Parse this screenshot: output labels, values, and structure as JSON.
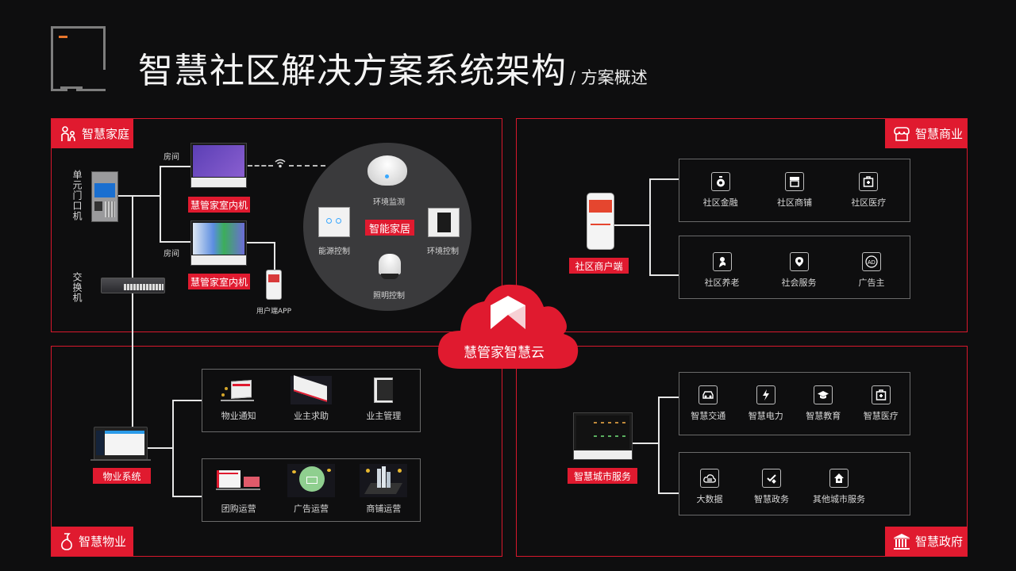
{
  "header": {
    "title": "智慧社区解决方案系统架构",
    "subtitle": "/ 方案概述"
  },
  "colors": {
    "accent_red": "#e01a2f",
    "background": "#0e0e0f",
    "logo_orange": "#e8762c"
  },
  "smart_home": {
    "tag": "智慧家庭",
    "tag_icon": "family-icon",
    "unit_door_label": "单元门口机",
    "switch_label": "交换机",
    "room_label_1": "房间",
    "room_label_2": "房间",
    "indoor_unit_label_1": "慧管家室内机",
    "indoor_unit_label_2": "慧管家室内机",
    "user_app_label": "用户端APP",
    "smart_home_center": "智能家居",
    "devices": {
      "env_monitor": "环境监测",
      "energy_control": "能源控制",
      "env_control": "环境控制",
      "light_control": "照明控制"
    }
  },
  "smart_business": {
    "tag": "智慧商业",
    "tag_icon": "store-icon",
    "merchant_label": "社区商户端",
    "row1": [
      {
        "label": "社区金融",
        "icon": "money-bag-icon"
      },
      {
        "label": "社区商铺",
        "icon": "shop-icon"
      },
      {
        "label": "社区医疗",
        "icon": "medical-kit-icon"
      }
    ],
    "row2": [
      {
        "label": "社区养老",
        "icon": "elderly-icon"
      },
      {
        "label": "社会服务",
        "icon": "location-pin-icon"
      },
      {
        "label": "广告主",
        "icon": "ad-icon"
      }
    ]
  },
  "cloud": {
    "label": "慧管家智慧云"
  },
  "smart_property": {
    "tag": "智慧物业",
    "tag_icon": "property-icon",
    "system_label": "物业系统",
    "row1": [
      {
        "label": "物业通知"
      },
      {
        "label": "业主求助"
      },
      {
        "label": "业主管理"
      }
    ],
    "row2": [
      {
        "label": "团购运营"
      },
      {
        "label": "广告运营"
      },
      {
        "label": "商铺运营"
      }
    ]
  },
  "smart_gov": {
    "tag": "智慧政府",
    "tag_icon": "government-building-icon",
    "city_service_label": "智慧城市服务",
    "row1": [
      {
        "label": "智慧交通",
        "icon": "car-icon"
      },
      {
        "label": "智慧电力",
        "icon": "lightning-icon"
      },
      {
        "label": "智慧教育",
        "icon": "graduation-cap-icon"
      },
      {
        "label": "智慧医疗",
        "icon": "medical-kit-icon"
      }
    ],
    "row2": [
      {
        "label": "大数据",
        "icon": "cloud-data-icon"
      },
      {
        "label": "智慧政务",
        "icon": "gavel-icon"
      },
      {
        "label": "其他城市服务",
        "icon": "home-icon"
      }
    ]
  }
}
